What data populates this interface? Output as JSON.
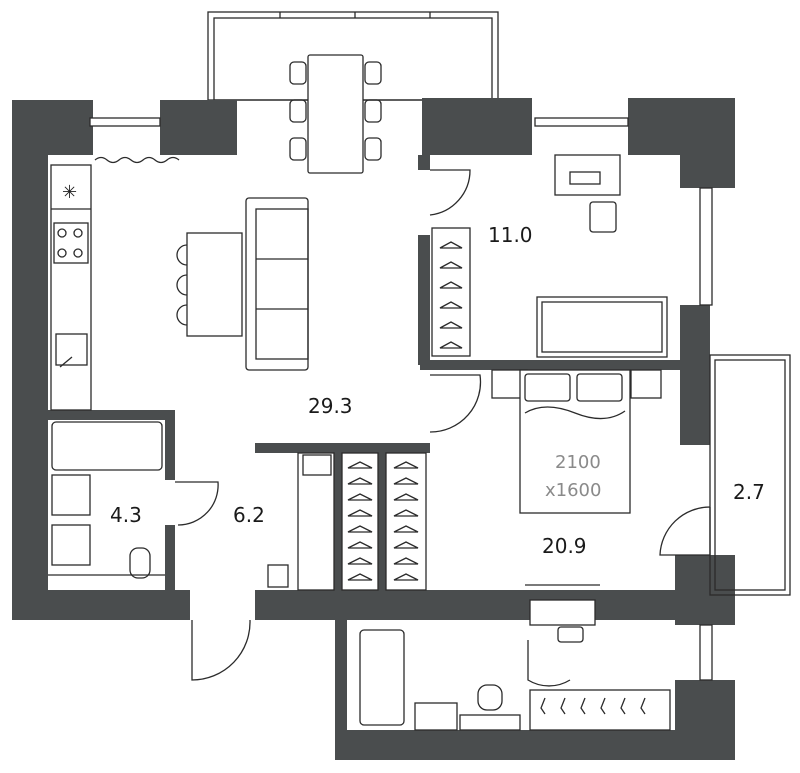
{
  "plan": {
    "rooms": [
      {
        "id": "living-kitchen",
        "area": "29.3"
      },
      {
        "id": "bedroom-small",
        "area": "11.0"
      },
      {
        "id": "bedroom-master",
        "area": "20.9"
      },
      {
        "id": "balcony",
        "area": "2.7"
      },
      {
        "id": "bathroom",
        "area": "4.3"
      },
      {
        "id": "hallway",
        "area": "6.2"
      }
    ],
    "bed_size": {
      "length": "2100",
      "width": "x1600"
    },
    "colors": {
      "wall": "#4a4d4e",
      "line": "#2b2b2b",
      "bed_text": "#8a8a8a"
    }
  }
}
